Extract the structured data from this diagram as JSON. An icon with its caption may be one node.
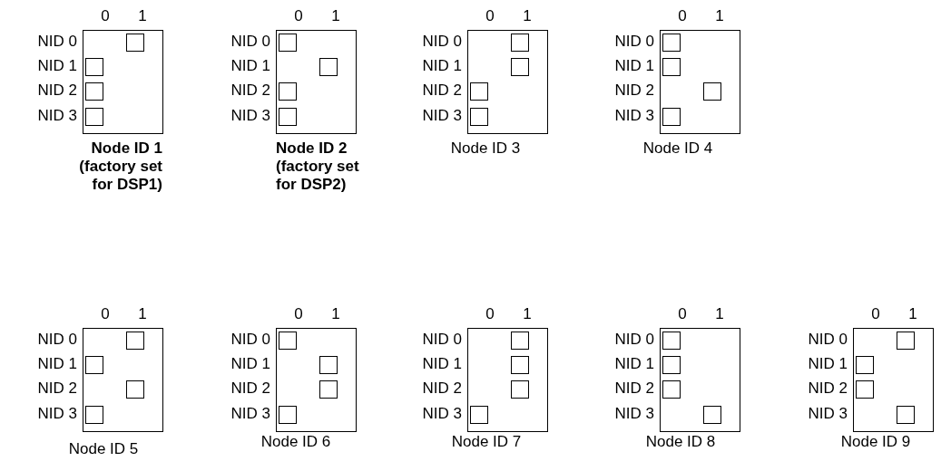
{
  "diagram": {
    "nodes": [
      {
        "text": [],
        "shape": "box",
        "beside": [
          "Node ID 1 (factory set for DSP1)"
        ]
      },
      {
        "text": [],
        "shape": "box",
        "in": 0
      },
      {
        "text": [],
        "shape": "box",
        "in": 0
      },
      {
        "text": [],
        "shape": "box",
        "in": 0
      },
      {
        "text": [],
        "shape": "box",
        "in": 0
      },
      {
        "text": [],
        "shape": "box",
        "beside": [
          "Node ID 2 (factory set for DSP2)"
        ]
      },
      {
        "text": [],
        "shape": "box",
        "in": 5
      },
      {
        "text": [],
        "shape": "box",
        "in": 5
      },
      {
        "text": [],
        "shape": "box",
        "in": 5
      },
      {
        "text": [],
        "shape": "box",
        "in": 5
      },
      {
        "text": [],
        "shape": "box",
        "beside": [
          "Node ID 3"
        ]
      },
      {
        "text": [],
        "shape": "box",
        "in": 10
      },
      {
        "text": [],
        "shape": "box",
        "in": 10
      },
      {
        "text": [],
        "shape": "box",
        "in": 10
      },
      {
        "text": [],
        "shape": "box",
        "in": 10
      },
      {
        "text": [],
        "shape": "box",
        "beside": [
          "Node ID 4"
        ]
      },
      {
        "text": [],
        "shape": "box",
        "in": 15
      },
      {
        "text": [],
        "shape": "box",
        "in": 15
      },
      {
        "text": [],
        "shape": "box",
        "in": 15
      },
      {
        "text": [],
        "shape": "box",
        "in": 15
      },
      {
        "text": [],
        "shape": "box",
        "beside": [
          "Node ID 5"
        ]
      },
      {
        "text": [],
        "shape": "box",
        "in": 20
      },
      {
        "text": [],
        "shape": "box",
        "in": 20
      },
      {
        "text": [],
        "shape": "box",
        "in": 20
      },
      {
        "text": [],
        "shape": "box",
        "in": 20
      },
      {
        "text": [],
        "shape": "box",
        "beside": [
          "Node ID 6"
        ]
      },
      {
        "text": [],
        "shape": "box",
        "in": 25
      },
      {
        "text": [],
        "shape": "box",
        "in": 25
      },
      {
        "text": [],
        "shape": "box",
        "in": 25
      },
      {
        "text": [],
        "shape": "box",
        "in": 25
      },
      {
        "text": [],
        "shape": "box",
        "beside": [
          "Node ID 7"
        ]
      },
      {
        "text": [],
        "shape": "box",
        "in": 30
      },
      {
        "text": [],
        "shape": "box",
        "in": 30
      },
      {
        "text": [],
        "shape": "box",
        "in": 30
      },
      {
        "text": [],
        "shape": "box",
        "in": 30
      },
      {
        "text": [],
        "shape": "box",
        "beside": [
          "Node ID 8"
        ]
      },
      {
        "text": [],
        "shape": "box",
        "in": 35
      },
      {
        "text": [],
        "shape": "box",
        "in": 35
      },
      {
        "text": [],
        "shape": "box",
        "in": 35
      },
      {
        "text": [],
        "shape": "box",
        "in": 35
      },
      {
        "text": [],
        "shape": "box",
        "beside": [
          "Node ID 9"
        ]
      },
      {
        "text": [],
        "shape": "box",
        "in": 40
      },
      {
        "text": [],
        "shape": "box",
        "in": 40
      },
      {
        "text": [],
        "shape": "box",
        "in": 40
      },
      {
        "text": [],
        "shape": "box",
        "in": 40
      }
    ],
    "labels": [
      "0",
      "1",
      "NID 0",
      "NID 1",
      "NID 2",
      "NID 3",
      "0",
      "1",
      "NID 0",
      "NID 1",
      "NID 2",
      "NID 3",
      "0",
      "1",
      "NID 0",
      "NID 1",
      "NID 2",
      "NID 3",
      "0",
      "1",
      "NID 0",
      "NID 1",
      "NID 2",
      "NID 3",
      "0",
      "1",
      "NID 0",
      "NID 1",
      "NID 2",
      "NID 3",
      "0",
      "1",
      "NID 0",
      "NID 1",
      "NID 2",
      "NID 3",
      "0",
      "1",
      "NID 0",
      "NID 1",
      "NID 2",
      "NID 3",
      "0",
      "1",
      "NID 0",
      "NID 1",
      "NID 2",
      "NID 3",
      "0",
      "1",
      "NID 0",
      "NID 1",
      "NID 2",
      "NID 3"
    ]
  }
}
